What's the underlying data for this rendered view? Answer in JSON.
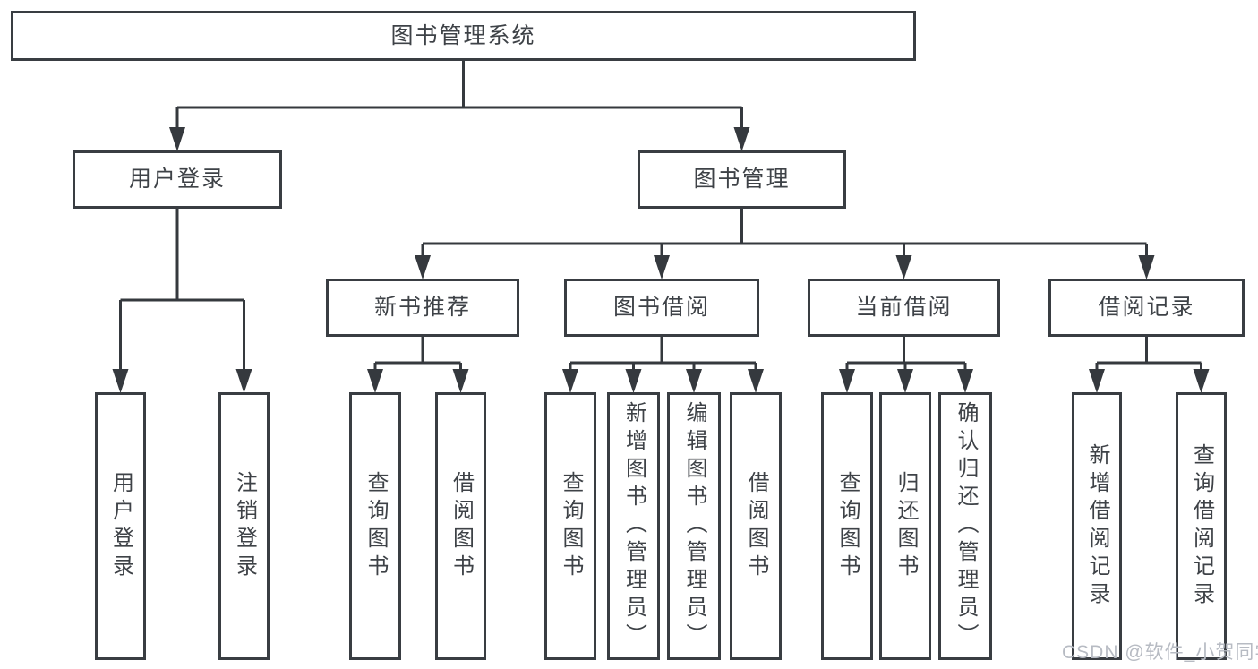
{
  "diagram": {
    "title": "图书管理系统",
    "watermark": "CSDN @软件_小贺同学",
    "colors": {
      "line": "#35393e",
      "box_border": "#393d42",
      "text": "#3e4247",
      "background": "#ffffff",
      "watermark": "#b7bbc3"
    },
    "nodes": [
      {
        "id": "root",
        "label": "图书管理系统",
        "parent": null
      },
      {
        "id": "user-login",
        "label": "用户登录",
        "parent": "root"
      },
      {
        "id": "book-mgmt",
        "label": "图书管理",
        "parent": "root"
      },
      {
        "id": "new-book-rec",
        "label": "新书推荐",
        "parent": "book-mgmt"
      },
      {
        "id": "book-borrow",
        "label": "图书借阅",
        "parent": "book-mgmt"
      },
      {
        "id": "current-borrow",
        "label": "当前借阅",
        "parent": "book-mgmt"
      },
      {
        "id": "borrow-records",
        "label": "借阅记录",
        "parent": "book-mgmt"
      },
      {
        "id": "leaf-user-login",
        "label": "用户登录",
        "parent": "user-login"
      },
      {
        "id": "leaf-logout",
        "label": "注销登录",
        "parent": "user-login"
      },
      {
        "id": "leaf-query-book-1",
        "label": "查询图书",
        "parent": "new-book-rec"
      },
      {
        "id": "leaf-borrow-book-1",
        "label": "借阅图书",
        "parent": "new-book-rec"
      },
      {
        "id": "leaf-query-book-2",
        "label": "查询图书",
        "parent": "book-borrow"
      },
      {
        "id": "leaf-add-book",
        "label": "新增图书（管理员）",
        "parent": "book-borrow"
      },
      {
        "id": "leaf-edit-book",
        "label": "编辑图书（管理员）",
        "parent": "book-borrow"
      },
      {
        "id": "leaf-borrow-book-2",
        "label": "借阅图书",
        "parent": "book-borrow"
      },
      {
        "id": "leaf-query-book-3",
        "label": "查询图书",
        "parent": "current-borrow"
      },
      {
        "id": "leaf-return-book",
        "label": "归还图书",
        "parent": "current-borrow"
      },
      {
        "id": "leaf-confirm-return",
        "label": "确认归还（管理员）",
        "parent": "current-borrow"
      },
      {
        "id": "leaf-add-borrow-record",
        "label": "新增借阅记录",
        "parent": "borrow-records"
      },
      {
        "id": "leaf-query-borrow-record",
        "label": "查询借阅记录",
        "parent": "borrow-records"
      }
    ]
  }
}
